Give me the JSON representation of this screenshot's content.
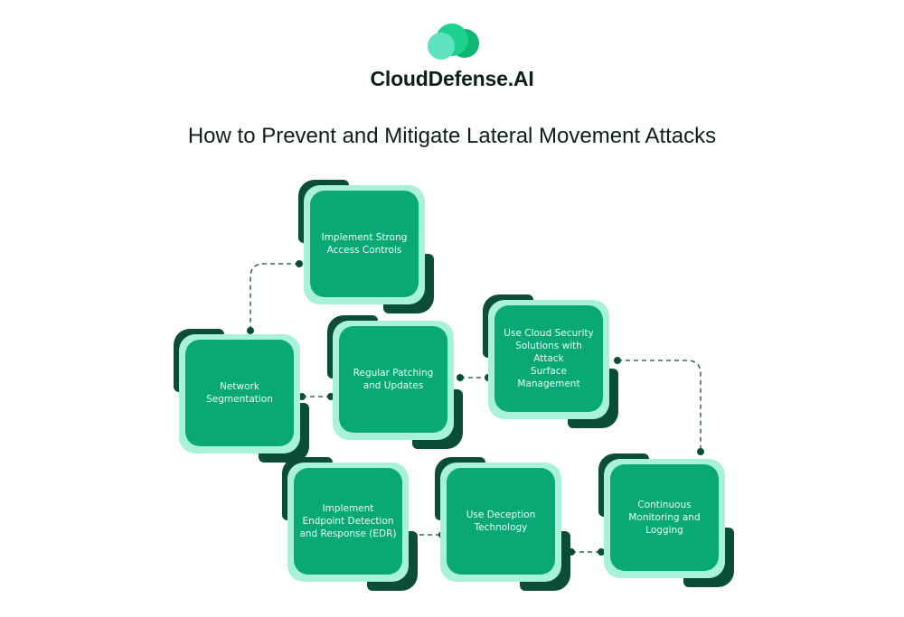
{
  "brand": {
    "name": "CloudDefense.AI",
    "logo_icon": "cloud-logo-icon",
    "colors": {
      "logo_light": "#5fe3bf",
      "logo_mid": "#1fd18f",
      "logo_dark": "#0fb573"
    }
  },
  "title": "How to Prevent and Mitigate Lateral Movement Attacks",
  "colors": {
    "card_green": "#0aa874",
    "card_glow": "#a8f2dc",
    "card_accent": "#0b4d35",
    "connector": "#0b4d35",
    "text": "#0d1f1a"
  },
  "nodes": [
    {
      "id": "access-controls",
      "label": "Implement Strong\nAccess Controls"
    },
    {
      "id": "network-segmentation",
      "label": "Network\nSegmentation"
    },
    {
      "id": "regular-patching",
      "label": "Regular Patching\nand Updates"
    },
    {
      "id": "cloud-security",
      "label": "Use Cloud Security\nSolutions with Attack\nSurface Management"
    },
    {
      "id": "edr",
      "label": "Implement\nEndpoint Detection\nand Response (EDR)"
    },
    {
      "id": "deception",
      "label": "Use Deception\nTechnology"
    },
    {
      "id": "continuous-monitoring",
      "label": "Continuous\nMonitoring and\nLogging"
    }
  ],
  "connections": [
    [
      "access-controls",
      "network-segmentation"
    ],
    [
      "network-segmentation",
      "regular-patching"
    ],
    [
      "regular-patching",
      "cloud-security"
    ],
    [
      "cloud-security",
      "continuous-monitoring"
    ],
    [
      "continuous-monitoring",
      "deception"
    ],
    [
      "deception",
      "edr"
    ]
  ]
}
